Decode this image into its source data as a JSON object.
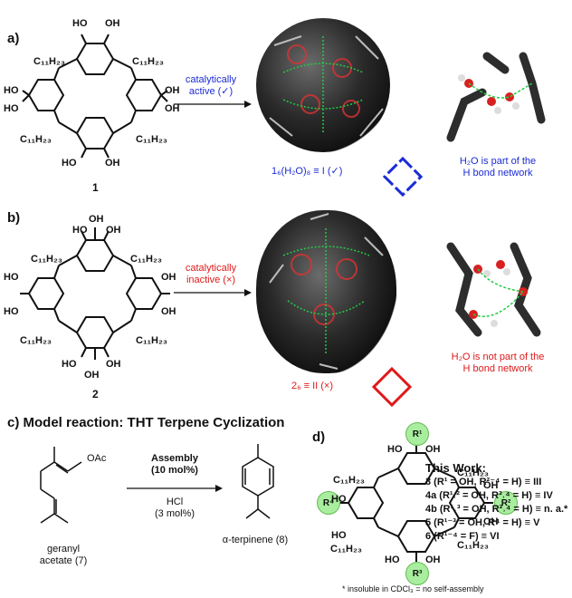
{
  "panels": {
    "a": {
      "label": "a)",
      "arrow_text_line1": "catalytically",
      "arrow_text_line2": "active (✓)",
      "compound_number": "1",
      "assembly_label": "1₆(H₂O)₈ ≡ I (✓)",
      "caption_line1": "H₂O is part of the",
      "caption_line2": "H bond network",
      "accent_color": "#1b2bd6"
    },
    "b": {
      "label": "b)",
      "arrow_text_line1": "catalytically",
      "arrow_text_line2": "inactive (×)",
      "compound_number": "2",
      "assembly_label": "2₆ ≡ II (×)",
      "caption_line1": "H₂O is not part of the",
      "caption_line2": "H bond network",
      "accent_color": "#e01919"
    },
    "c": {
      "label": "c)",
      "title": "Model reaction: THT Terpene Cyclization",
      "reagent_line1": "Assembly",
      "reagent_line2": "(10 mol%)",
      "cond_line1": "HCl",
      "cond_line2": "(3 mol%)",
      "substrate_line1": "geranyl",
      "substrate_line2": "acetate (7)",
      "product": "α-terpinene (8)",
      "oac": "OAc"
    },
    "d": {
      "label": "d)",
      "title": "This Work:",
      "entries": [
        "3 (R¹ = OH, R²⁻⁴ = H) ≡ III",
        "4a (R¹˒² = OH, R³˒⁴ = H) ≡ IV",
        "4b (R¹˒³ = OH, R²˒⁴ = H) ≡  n. a.*",
        "5 (R¹⁻³ = OH, R⁴ = H) ≡ V",
        "6 (R¹⁻⁴ = F) ≡ VI"
      ],
      "r_labels": [
        "R¹",
        "R²",
        "R³",
        "R⁴"
      ],
      "footnote": "* insoluble in CDCl₃ = no self-assembly"
    }
  },
  "molecule_labels": {
    "oh": "OH",
    "ho": "HO",
    "c11": "C₁₁H₂₃"
  }
}
